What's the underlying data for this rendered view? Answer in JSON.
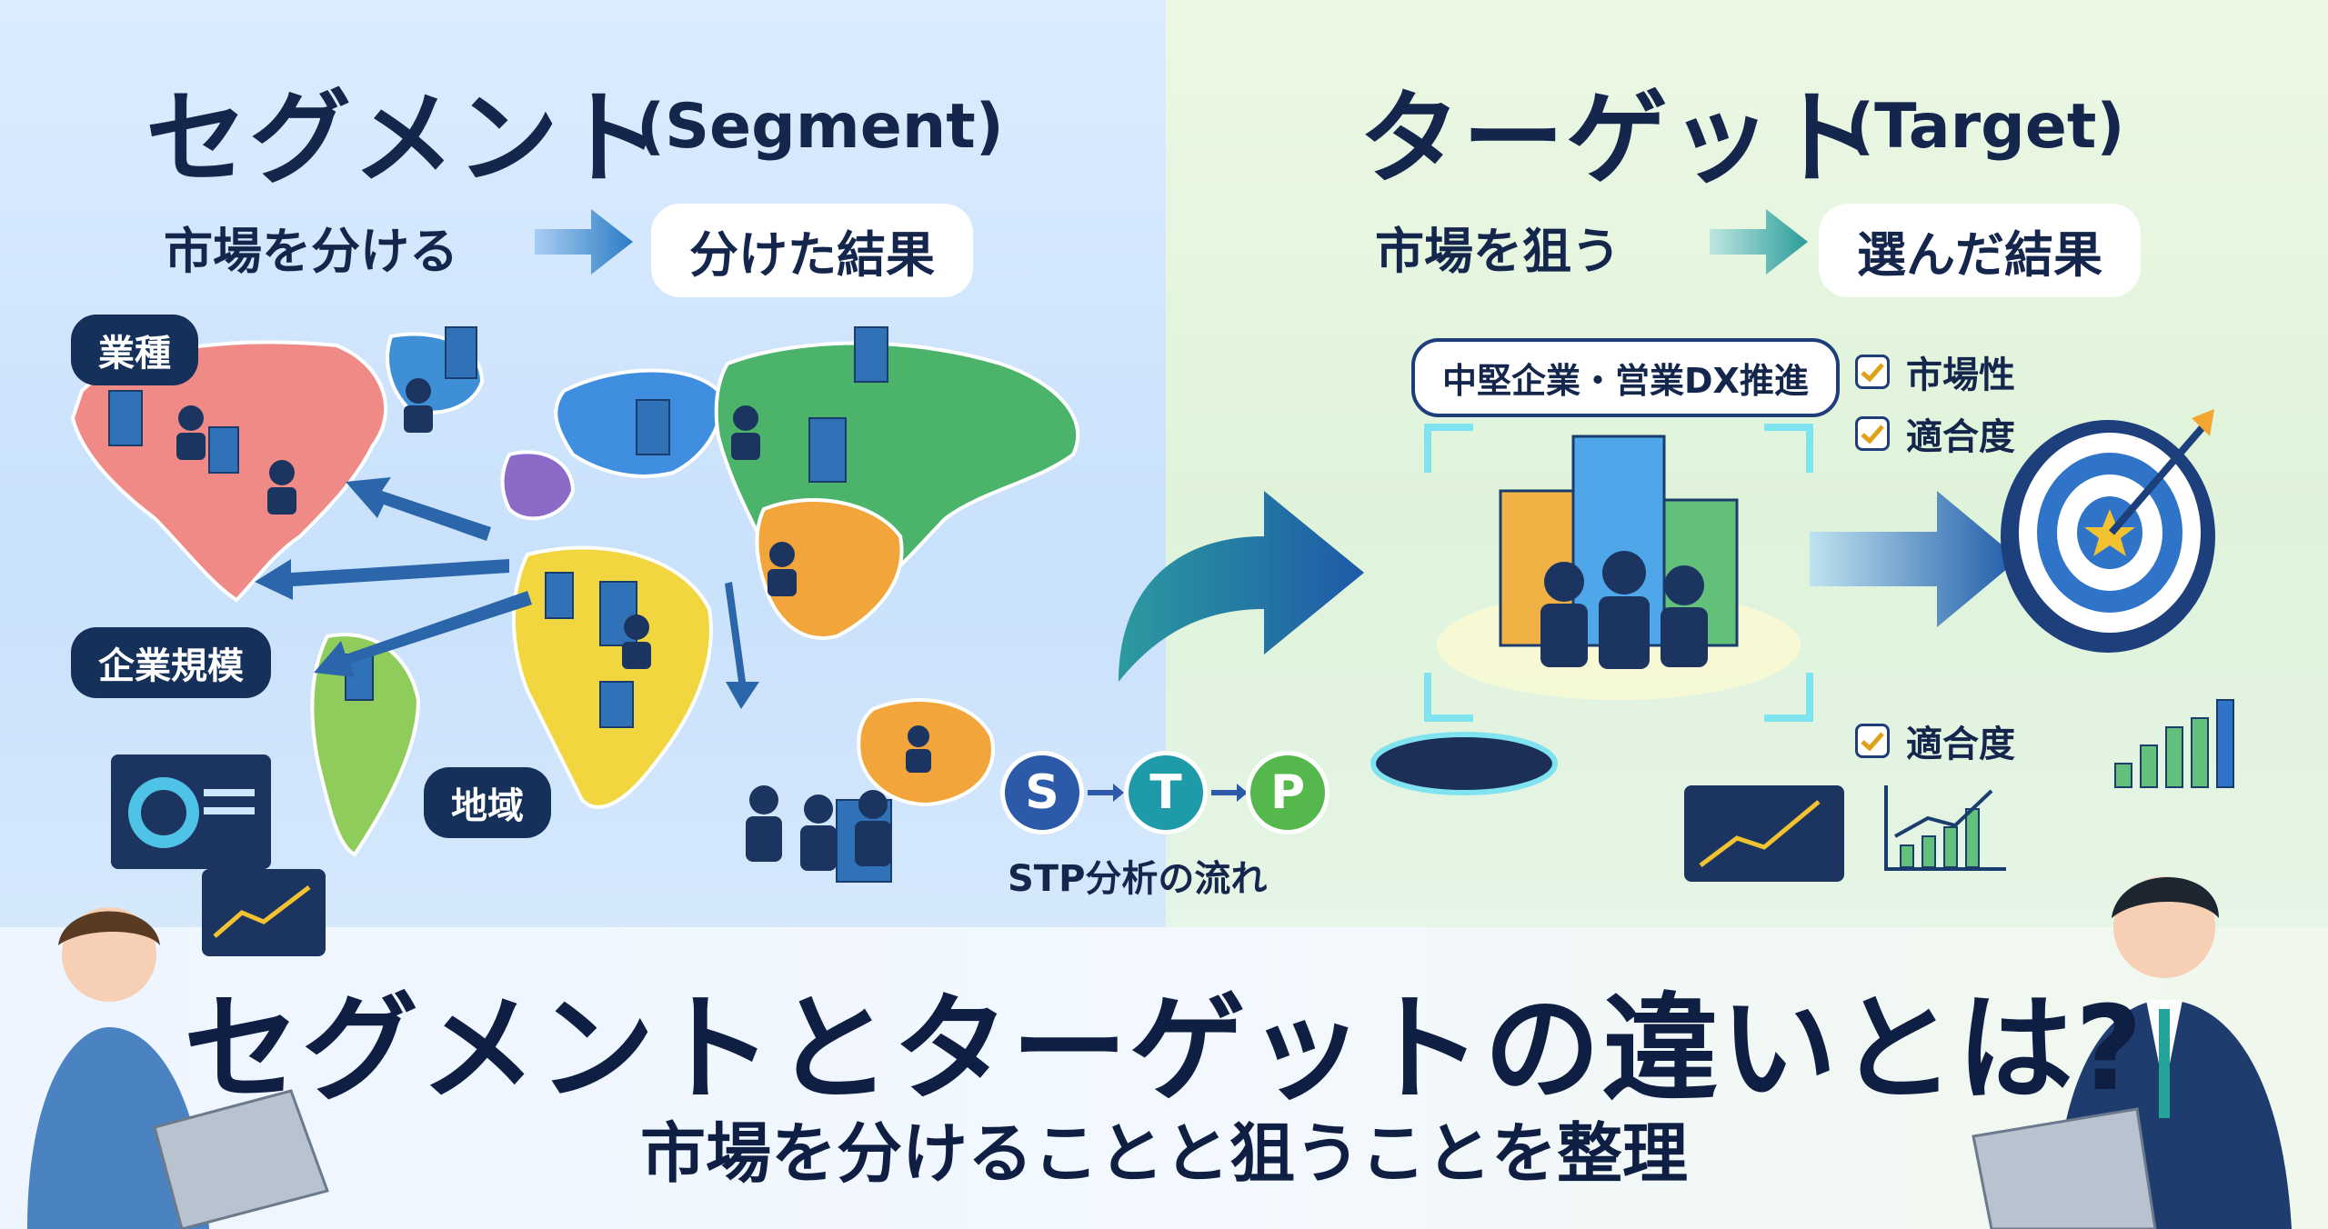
{
  "headings": {
    "segment_jp": "セグメント",
    "segment_en": "(Segment)",
    "target_jp": "ターゲット",
    "target_en": "(Target)"
  },
  "left_flow": {
    "action": "市場を分ける",
    "result": "分けた結果"
  },
  "right_flow": {
    "action": "市場を狙う",
    "result": "選んだ結果"
  },
  "segment_tags": {
    "industry": "業種",
    "company_size": "企業規模",
    "region": "地域"
  },
  "target_label": "中堅企業・営業DX推進",
  "checklist": {
    "market": "市場性",
    "fit_top": "適合度",
    "fit_bottom": "適合度"
  },
  "stp": {
    "s": "S",
    "t": "T",
    "p": "P",
    "caption": "STP分析の流れ"
  },
  "main_title": "セグメントとターゲットの違いとは?",
  "sub_title": "市場を分けることと狙うことを整理",
  "colors": {
    "navy": "#15264d",
    "s_circle": "#2c5aa8",
    "t_circle": "#1f9aa9",
    "p_circle": "#55b84c"
  }
}
